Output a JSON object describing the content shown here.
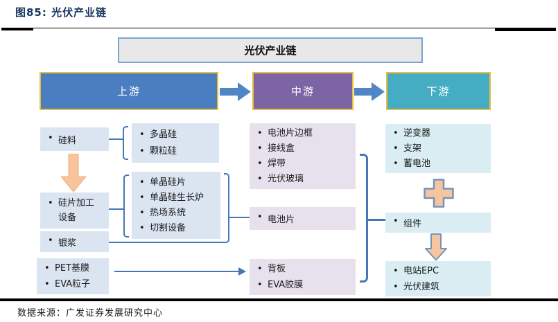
{
  "title": "图85: 光伏产业链",
  "source": "数据来源：广发证券发展研究中心",
  "chain": {
    "header": "光伏产业链",
    "stages": {
      "upstream": "上游",
      "midstream": "中游",
      "downstream": "下游"
    },
    "upstream": {
      "silicon": "硅料",
      "silicon_types": [
        "多晶硅",
        "颗粒硅"
      ],
      "wafer_equipment": "硅片加工设备",
      "wafer_items": [
        "单晶硅片",
        "单晶硅生长炉",
        "热场系统",
        "切割设备"
      ],
      "silver_paste": "银浆",
      "films": [
        "PET基膜",
        "EVA粒子"
      ]
    },
    "midstream": {
      "cell_accessories": [
        "电池片边框",
        "接线盒",
        "焊带",
        "光伏玻璃"
      ],
      "cell": "电池片",
      "encapsulation": [
        "背板",
        "EVA胶膜"
      ]
    },
    "downstream": {
      "bos": [
        "逆变器",
        "支架",
        "蓄电池"
      ],
      "module": "组件",
      "applications": [
        "电站EPC",
        "光伏建筑"
      ]
    }
  },
  "colors": {
    "upstream_fill": "#4a7ec0",
    "midstream_fill": "#7d64a5",
    "downstream_fill": "#45adc3",
    "stage_border_gold": "#e9bd3e",
    "upstream_item_fill": "#dbe5f1",
    "midstream_item_fill": "#e6e1ed",
    "downstream_item_fill": "#d9edf3",
    "connector_blue": "#4576b6",
    "flow_arrow_blue": "#4f86c6",
    "block_arrow_peach": "#f9c39c",
    "outlined_shape_peach": "#f6c49e",
    "outlined_shape_border": "#7494ba",
    "header_fill": "#e9e8e8",
    "title_color": "#17365d"
  }
}
